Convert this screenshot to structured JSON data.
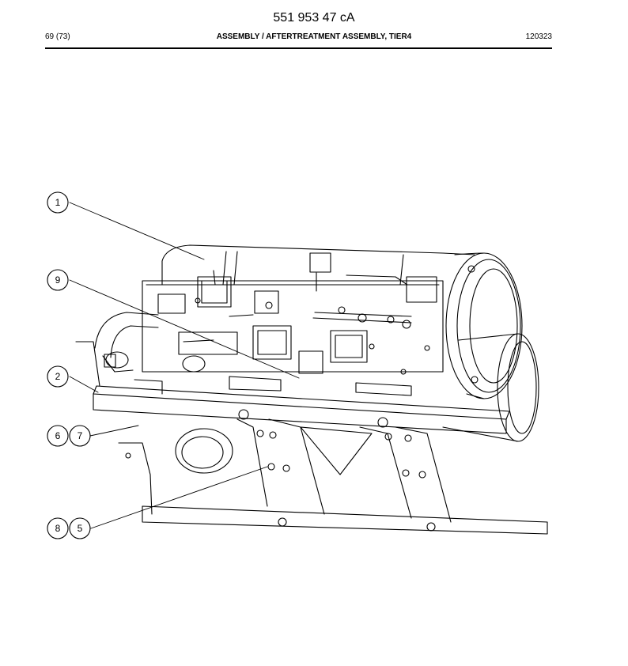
{
  "header": {
    "document_number": "551 953 47 cA",
    "page_counter": "69 (73)",
    "title": "ASSEMBLY / AFTERTREATMENT ASSEMBLY, TIER4",
    "date_code": "120323"
  },
  "callouts": [
    {
      "id": "c1",
      "label": "1"
    },
    {
      "id": "c9",
      "label": "9"
    },
    {
      "id": "c2",
      "label": "2"
    },
    {
      "id": "c6",
      "label": "6"
    },
    {
      "id": "c7",
      "label": "7"
    },
    {
      "id": "c8",
      "label": "8"
    },
    {
      "id": "c5",
      "label": "5"
    }
  ]
}
